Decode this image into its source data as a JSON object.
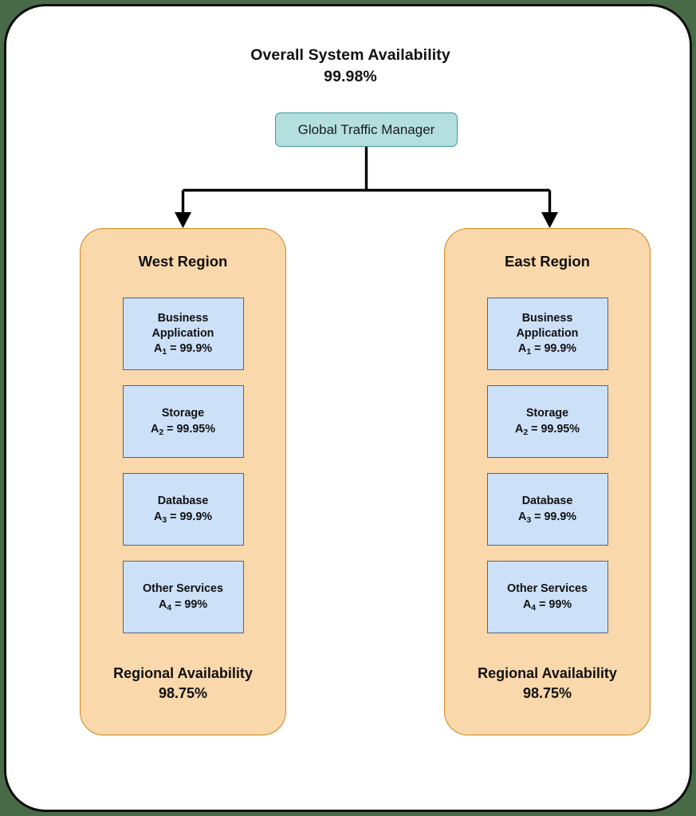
{
  "diagram": {
    "title": "Overall System Availability",
    "title_value": "99.98%",
    "root_node": {
      "label": "Global Traffic Manager",
      "fill": "#b4dfdf",
      "stroke": "#3f9a9a"
    },
    "colors": {
      "page_background": "#4a6b48",
      "canvas": "#ffffff",
      "frame_border": "#0d0d0d",
      "region_fill": "#f9d8ab",
      "region_stroke": "#d1871f",
      "component_fill": "#cce0f8",
      "component_stroke": "#5a6472",
      "connector": "#000000",
      "text": "#111111"
    },
    "regions": [
      {
        "name": "West Region",
        "components": [
          {
            "name": "Business\nApplication",
            "symbol": "A",
            "index": "1",
            "value": "99.9%",
            "metric": "A1 = 99.9%"
          },
          {
            "name": "Storage",
            "symbol": "A",
            "index": "2",
            "value": "99.95%",
            "metric": "A2 = 99.95%"
          },
          {
            "name": "Database",
            "symbol": "A",
            "index": "3",
            "value": "99.9%",
            "metric": "A3 = 99.9%"
          },
          {
            "name": "Other Services",
            "symbol": "A",
            "index": "4",
            "value": "99%",
            "metric": "A4 = 99%"
          }
        ],
        "footer_label": "Regional Availability",
        "footer_value": "98.75%"
      },
      {
        "name": "East Region",
        "components": [
          {
            "name": "Business\nApplication",
            "symbol": "A",
            "index": "1",
            "value": "99.9%",
            "metric": "A1 = 99.9%"
          },
          {
            "name": "Storage",
            "symbol": "A",
            "index": "2",
            "value": "99.95%",
            "metric": "A2 = 99.95%"
          },
          {
            "name": "Database",
            "symbol": "A",
            "index": "3",
            "value": "99.9%",
            "metric": "A3 = 99.9%"
          },
          {
            "name": "Other Services",
            "symbol": "A",
            "index": "4",
            "value": "99%",
            "metric": "A4 = 99%"
          }
        ],
        "footer_label": "Regional Availability",
        "footer_value": "98.75%"
      }
    ]
  }
}
